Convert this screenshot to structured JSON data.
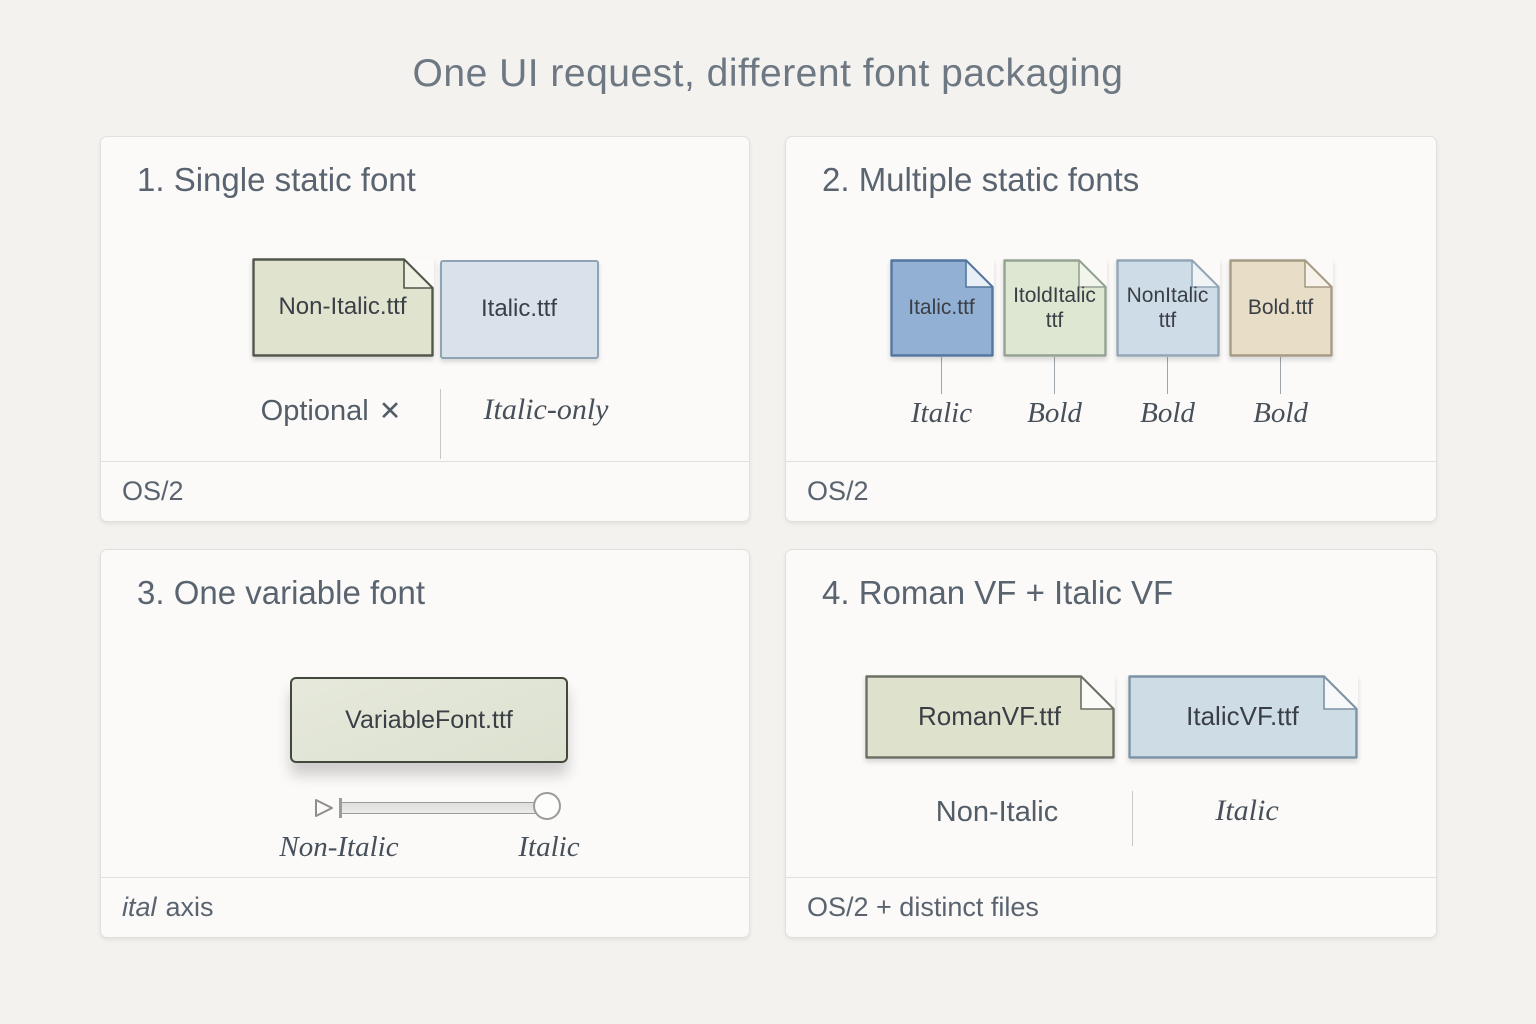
{
  "title": "One UI request, different font packaging",
  "panel1": {
    "heading": "1. Single static font",
    "file_nonitalic": "Non-Italic.ttf",
    "file_italic": "Italic.ttf",
    "caption_optional": "Optional",
    "caption_x": "✕",
    "caption_italic_only": "Italic-only",
    "footer": "OS/2"
  },
  "panel2": {
    "heading": "2. Multiple static fonts",
    "files": [
      {
        "label": "Italic.ttf",
        "tag": "Italic"
      },
      {
        "label": "ItoldItalic ttf",
        "tag": "Bold"
      },
      {
        "label": "NonItalic ttf",
        "tag": "Bold"
      },
      {
        "label": "Bold.ttf",
        "tag": "Bold"
      }
    ],
    "footer": "OS/2"
  },
  "panel3": {
    "heading": "3. One variable font",
    "file": "VariableFont.ttf",
    "axis_min_label": "Non-Italic",
    "axis_max_label": "Italic",
    "footer_axis_tag": "ital",
    "footer_rest": "axis"
  },
  "panel4": {
    "heading": "4. Roman VF + Italic VF",
    "file_roman": "RomanVF.ttf",
    "file_italic": "ItalicVF.ttf",
    "caption_left": "Non-Italic",
    "caption_right": "Italic",
    "footer": "OS/2 + distinct files"
  },
  "colors": {
    "title_color": "#6e7883",
    "heading_color": "#5a6470",
    "footer_color": "#5a6470",
    "caption_sans": "#535d68",
    "caption_serif": "#47505a",
    "file_text": "#3a3f45",
    "panel_bg": "#fbfaf8",
    "panel_border": "#e2e0dc",
    "divider": "#c6c8c8",
    "connector": "#9fa4a8",
    "slider_stroke": "#9b9b99",
    "p1a_fill": "#e0e4cf",
    "p1a_stroke": "#51564a",
    "p1a_fold": "#eef0e2",
    "p1b_fill": "#d9e2ea",
    "p1b_stroke": "#8ea3b4",
    "p2a_fill": "#92b0d3",
    "p2a_stroke": "#53759e",
    "p2a_fold": "#e9eff6",
    "p2b_fill": "#dde7d2",
    "p2b_stroke": "#94a292",
    "p2b_fold": "#f2f5ec",
    "p2c_fill": "#cedce8",
    "p2c_stroke": "#93a5b4",
    "p2c_fold": "#f0f4f7",
    "p2d_fill": "#e8ddc7",
    "p2d_stroke": "#a59a84",
    "p2d_fold": "#f7f3ea",
    "p4a_fill": "#dee2cd",
    "p4a_stroke": "#6a7064",
    "p4a_fold": "#fafaf6",
    "p4b_fill": "#cedce6",
    "p4b_stroke": "#7c93a5",
    "p4b_fold": "#f6f8f9",
    "vf_fill": "#dce1d0",
    "vf_stroke": "#43483f"
  }
}
